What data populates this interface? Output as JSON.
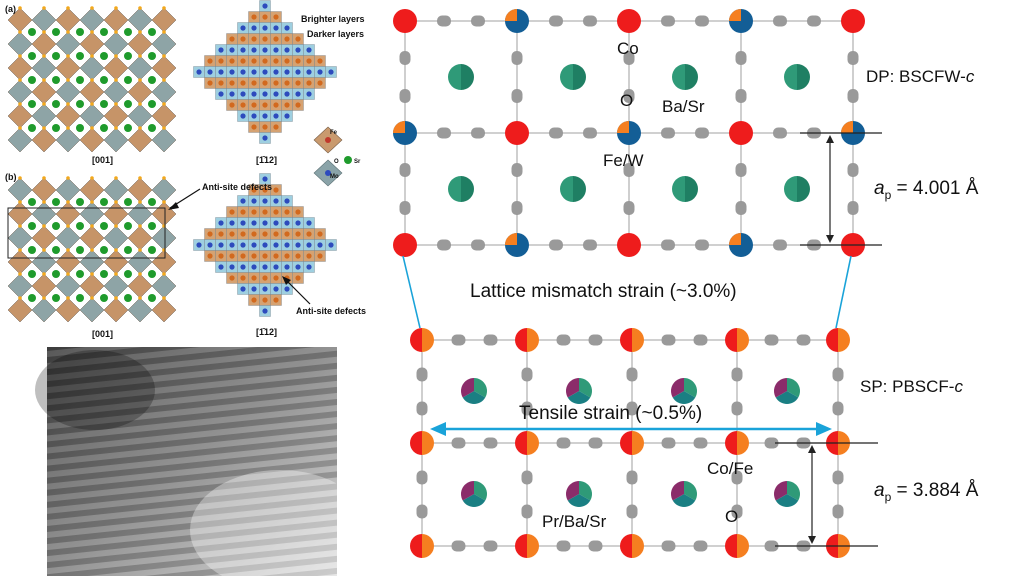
{
  "left_panel": {
    "label_a": "(a)",
    "label_b": "(b)",
    "dir_a_left": "[001]",
    "dir_a_right": "[1̄12]",
    "dir_b_left": "[001]",
    "dir_b_right": "[1̄12]",
    "brighter_layers": "Brighter layers",
    "darker_layers": "Darker layers",
    "anti_site_top": "Anti-site defects",
    "anti_site_bottom": "Anti-site defects",
    "legend_fe": "Fe",
    "legend_o": "O",
    "legend_sr": "Sr",
    "legend_mo": "Mo"
  },
  "double_perovskite": {
    "label_co": "Co",
    "label_o": "O",
    "label_basr": "Ba/Sr",
    "label_few": "Fe/W",
    "phase_label": "DP: BSCFW-",
    "phase_italic": "c",
    "ap_symbol": "a",
    "ap_sub": "p",
    "ap_value": " = 4.001 Å"
  },
  "mismatch_label": "Lattice mismatch strain (~3.0%)",
  "single_perovskite": {
    "tensile_label": "Tensile strain (~0.5%)",
    "label_cofe": "Co/Fe",
    "label_prbasr": "Pr/Ba/Sr",
    "label_o": "O",
    "phase_label": "SP: PBSCF-",
    "phase_italic": "c",
    "ap_symbol": "a",
    "ap_sub": "p",
    "ap_value": " = 3.884 Å"
  },
  "colors": {
    "co_red": "#ee1c1c",
    "fe_blue": "#135e96",
    "fe_orange": "#f57f20",
    "ba_green": "#2f9a78",
    "pr_purple": "#8b2c6a",
    "pr_teal": "#1a7f83",
    "oxygen_gray": "#9a9a9a",
    "arrow_blue": "#1aa3d9",
    "lattice_line": "#b5b5b5"
  }
}
